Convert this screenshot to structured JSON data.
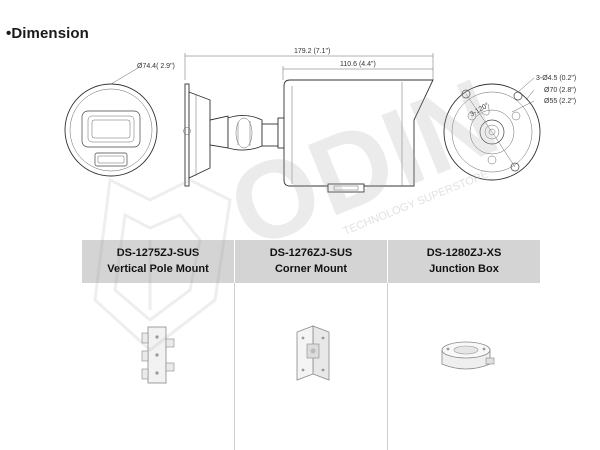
{
  "heading": "•Dimension",
  "drawing": {
    "front_diameter": "Ø74.4( 2.9\")",
    "total_length": "179.2 (7.1\")",
    "body_length": "110.6 (4.4\")",
    "holes": "3-Ø4.5 (0.2\")",
    "base_outer": "Ø70 (2.8\")",
    "base_inner": "Ø55 (2.2\")",
    "angle": "3-120°"
  },
  "accessories": [
    {
      "model": "DS-1275ZJ-SUS",
      "name": "Vertical Pole Mount",
      "icon": "pole-mount-bracket-icon"
    },
    {
      "model": "DS-1276ZJ-SUS",
      "name": "Corner Mount",
      "icon": "corner-mount-bracket-icon"
    },
    {
      "model": "DS-1280ZJ-XS",
      "name": "Junction Box",
      "icon": "junction-box-icon"
    }
  ],
  "watermark": {
    "brand": "ODIN",
    "tagline": "TECHNOLOGY SUPERSTORE"
  },
  "colors": {
    "header_bg": "#d4d4d4",
    "line": "#444444",
    "watermark": "#a8a8a8"
  }
}
